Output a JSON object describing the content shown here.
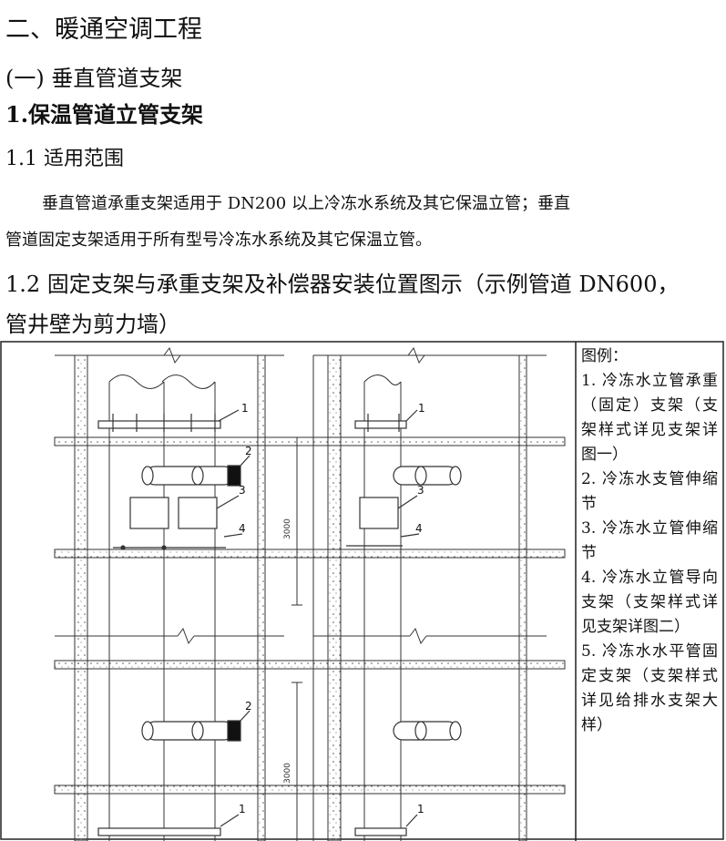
{
  "header": {
    "title": "二、暖通空调工程",
    "section": "(一)  垂直管道支架",
    "subsection": "1.保温管道立管支架"
  },
  "scope": {
    "heading": "1.1 适用范围",
    "line1": "垂直管道承重支架适用于 DN200 以上冷冻水系统及其它保温立管；垂直",
    "line2": "管道固定支架适用于所有型号冷冻水系统及其它保温立管。"
  },
  "figure_heading": {
    "line1": "1.2 固定支架与承重支架及补偿器安装位置图示（示例管道 DN600，",
    "line2": "管井壁为剪力墙）"
  },
  "drawing": {
    "callouts": [
      "1",
      "2",
      "3",
      "4"
    ],
    "dimension": "3000"
  },
  "legend": {
    "title": "图例：",
    "items": [
      "1. 冷冻水立管承重（固定）支架（支架样式详见支架详图一）",
      "2. 冷冻水支管伸缩节",
      "3. 冷冻水立管伸缩节",
      "4. 冷冻水立管导向支架（支架样式详见支架详图二）",
      "5. 冷冻水水平管固定支架（支架样式详见给排水支架大样）"
    ]
  }
}
